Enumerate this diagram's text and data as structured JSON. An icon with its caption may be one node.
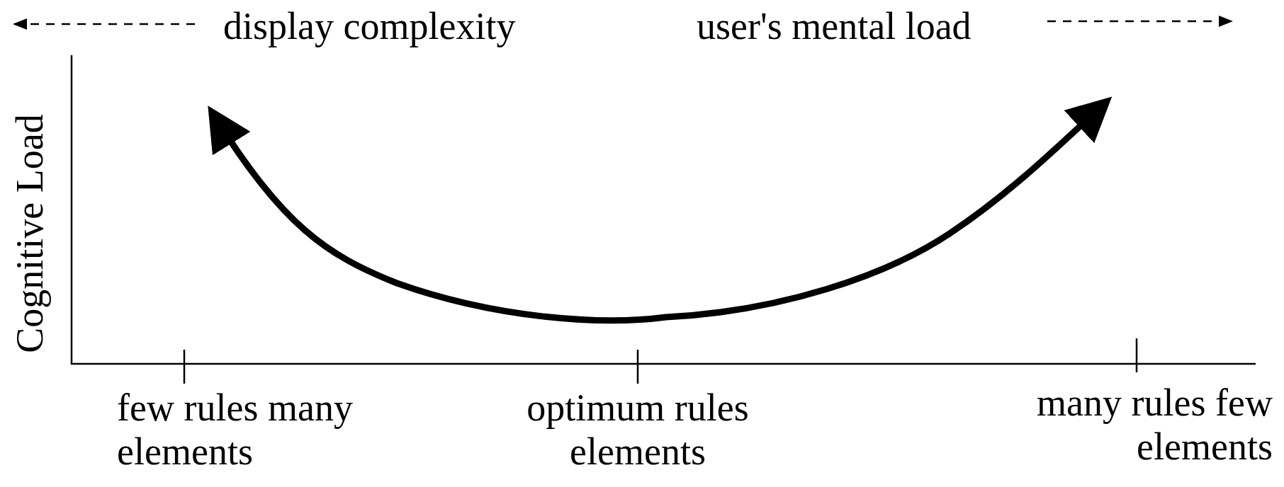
{
  "diagram": {
    "labels": [
      "display complexity",
      "user's mental load",
      "Cognitive Load",
      "few rules many elements",
      "optimum rules elements",
      "many rules few elements"
    ]
  }
}
